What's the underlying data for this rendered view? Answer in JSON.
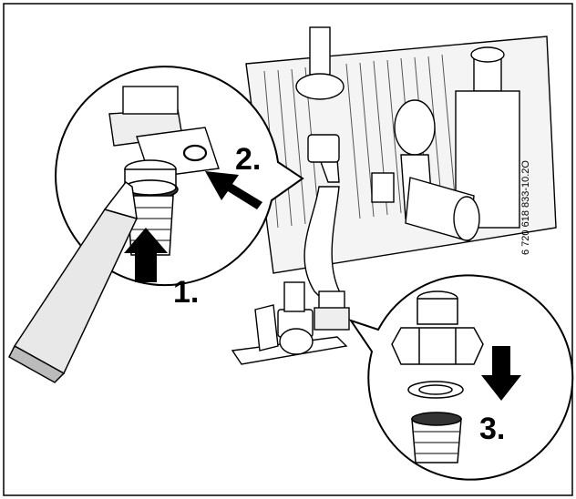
{
  "figure": {
    "step_1": "1.",
    "step_2": "2.",
    "step_3": "3.",
    "figure_code": "6 720 618 833-10.2O"
  }
}
